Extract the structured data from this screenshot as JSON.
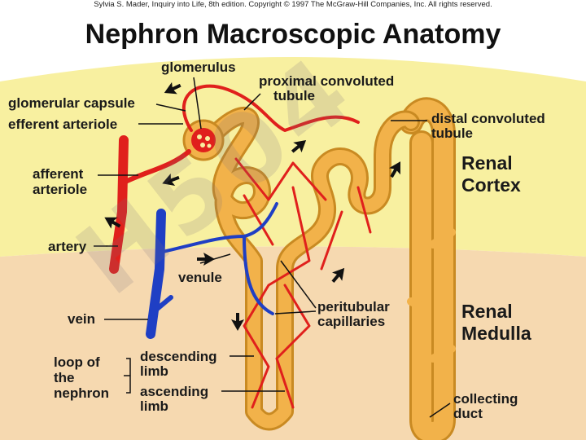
{
  "credit": "Sylvia S. Mader, Inquiry into Life, 8th edition. Copyright © 1997 The McGraw-Hill Companies, Inc. All rights reserved.",
  "title": "Nephron Macroscopic Anatomy",
  "watermark": "H504",
  "colors": {
    "cortex": "#f8f0a0",
    "medulla": "#f6d9b0",
    "artery": "#e0201c",
    "vein": "#1f3fc4",
    "tubule": "#f2b24a",
    "tubule_dark": "#c98a22"
  },
  "regions": {
    "cortex_line1": "Renal",
    "cortex_line2": "Cortex",
    "medulla_line1": "Renal",
    "medulla_line2": "Medulla"
  },
  "labels": {
    "glomerulus": "glomerulus",
    "pct_line1": "proximal convoluted",
    "pct_line2": "tubule",
    "glomerular_capsule": "glomerular capsule",
    "efferent": "efferent arteriole",
    "dct_line1": "distal convoluted",
    "dct_line2": "tubule",
    "afferent_line1": "afferent",
    "afferent_line2": "arteriole",
    "artery": "artery",
    "venule": "venule",
    "vein": "vein",
    "peritubular_line1": "peritubular",
    "peritubular_line2": "capillaries",
    "loop_line1": "loop of",
    "loop_line2": "the",
    "loop_line3": "nephron",
    "descending_line1": "descending",
    "descending_line2": "limb",
    "ascending_line1": "ascending",
    "ascending_line2": "limb",
    "collecting_line1": "collecting",
    "collecting_line2": "duct"
  }
}
